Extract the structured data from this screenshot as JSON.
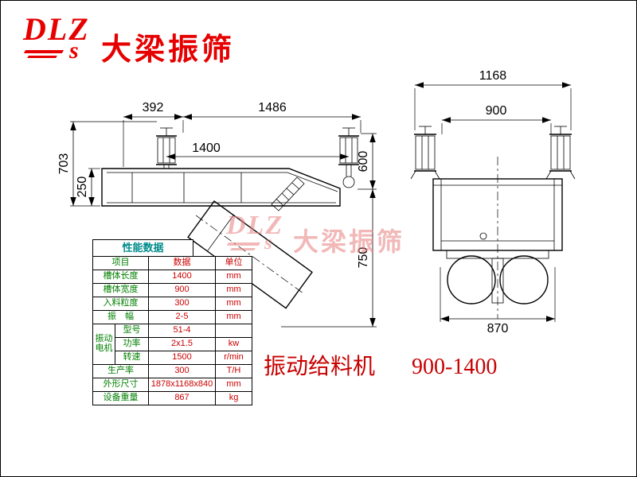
{
  "logo": {
    "letters": "DLZ",
    "sub_letter": "s",
    "brand": "大梁振筛"
  },
  "watermark": {
    "letters": "DLZ",
    "sub_letter": "s",
    "brand": "大梁振筛"
  },
  "product_title": {
    "name": "振动给料机",
    "model": "900-1400"
  },
  "drawing": {
    "side_view": {
      "dim_total_left": "392",
      "dim_total_right": "1486",
      "dim_trough_length": "1400",
      "dim_height_overall": "703",
      "dim_trough_height": "250",
      "dim_spring_height": "600",
      "dim_chute_drop": "750"
    },
    "end_view": {
      "dim_overall_width": "1168",
      "dim_trough_width": "900",
      "dim_base_width": "870"
    }
  },
  "spec_table": {
    "title": "性能数据",
    "header": {
      "item": "项目",
      "value": "数据",
      "unit": "单位"
    },
    "rows_top": [
      {
        "item": "槽体长度",
        "value": "1400",
        "unit": "mm"
      },
      {
        "item": "槽体宽度",
        "value": "900",
        "unit": "mm"
      },
      {
        "item": "入料粒度",
        "value": "300",
        "unit": "mm"
      },
      {
        "item": "振　幅",
        "value": "2-5",
        "unit": "mm"
      }
    ],
    "motor_group": {
      "label1": "振动",
      "label2": "电机",
      "rows": [
        {
          "item": "型号",
          "value": "51-4",
          "unit": ""
        },
        {
          "item": "功率",
          "value": "2x1.5",
          "unit": "kw"
        },
        {
          "item": "转速",
          "value": "1500",
          "unit": "r/min"
        }
      ]
    },
    "rows_bottom": [
      {
        "item": "生产率",
        "value": "300",
        "unit": "T/H"
      },
      {
        "item": "外形尺寸",
        "value": "1878x1168x840",
        "unit": "mm"
      },
      {
        "item": "设备重量",
        "value": "867",
        "unit": "kg"
      }
    ]
  },
  "colors": {
    "brand_red": "#e60000",
    "title_red": "#c80000",
    "label_green": "#008000",
    "value_red": "#cc0000",
    "table_title_teal": "#008b8b",
    "watermark_pink": "#e87f7f"
  }
}
